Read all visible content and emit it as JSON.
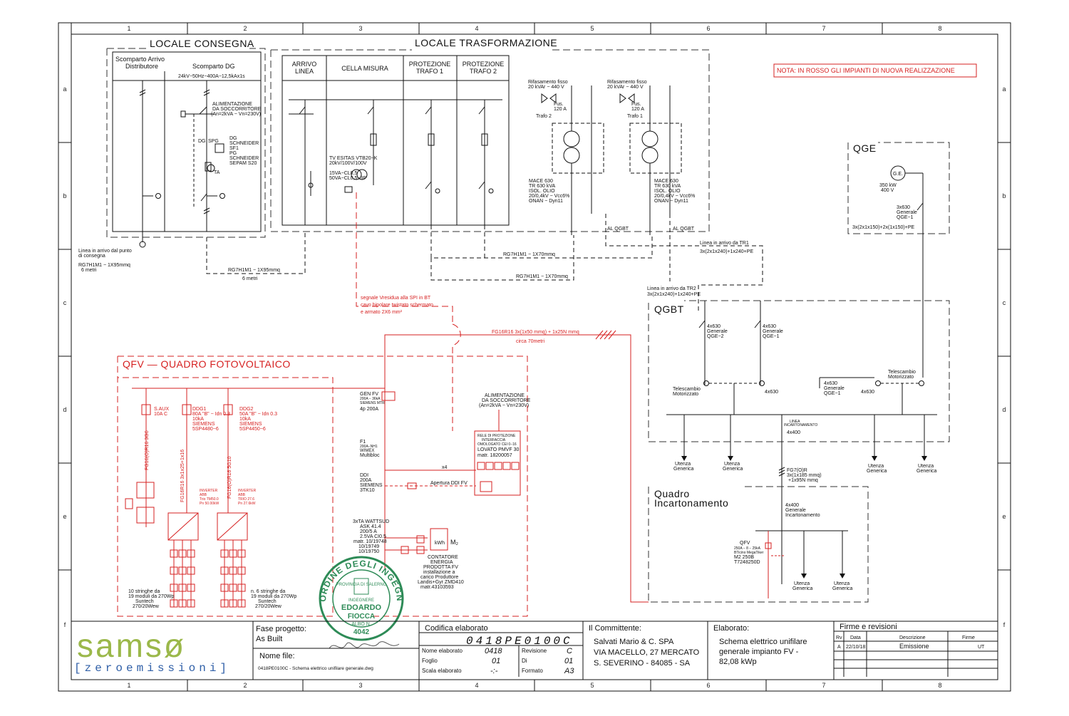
{
  "grid": {
    "columns": [
      "1",
      "2",
      "3",
      "4",
      "5",
      "6",
      "7",
      "8"
    ],
    "rows": [
      "a",
      "b",
      "c",
      "d",
      "e",
      "f"
    ]
  },
  "sections": {
    "locale_consegna": "LOCALE CONSEGNA",
    "locale_trasformazione": "LOCALE TRASFORMAZIONE",
    "qfv": "QFV   —  QUADRO FOTOVOLTAICO",
    "qge": "QGE",
    "qgbt": "QGBT",
    "quadro_inc_1": "Quadro",
    "quadro_inc_2": "Incartonamento"
  },
  "consegna": {
    "scomparto_arrivo_1": "Scomparto Arrivo",
    "scomparto_arrivo_2": "Distributore",
    "scomparto_dg": "Scomparto DG",
    "rating": "24kV−50Hz−400A−12,5kAx1s",
    "alim_1": "ALIMENTAZIONE",
    "alim_2": "DA SOCCORRITORE",
    "alim_3": "(An=2kVA − Vn=230V)",
    "dg_lbl": "DG",
    "spg_lbl": "SPG",
    "ta_lbl": "TA",
    "dg_1": "DG",
    "dg_2": "SCHNEIDER",
    "dg_3": "SF1",
    "dg_4": "PG",
    "dg_5": "SCHNEIDER",
    "dg_6": "SEPAM S20",
    "line_in_1": "Linea in arrivo dal punto",
    "line_in_2": "di consegna",
    "line_in_3": "RG7H1M1 − 1X95mmq",
    "line_in_4": "6 metri",
    "cable_1": "RG7H1M1 − 1X95mmq",
    "cable_2": "6 metri"
  },
  "trasformazione": {
    "cols": [
      "ARRIVO",
      "LINEA",
      "CELLA MISURA",
      "PROTEZIONE",
      "TRAFO 1",
      "PROTEZIONE",
      "TRAFO 2"
    ],
    "tv_1": "TV ESITAS VTB20−K",
    "tv_2": "20kV/100V/100V",
    "tv_3": "15VA−CL0,5",
    "tv_4": "50VA−CL0,5−3P",
    "rif_1a": "Rifasamento fisso",
    "rif_1b": "20 kVAr − 440 V",
    "rif_2a": "Rifasamento fisso",
    "rif_2b": "20 kVAr − 440 V",
    "fus_a": "Fus.",
    "fus_b": "120 A",
    "trafo2": "Trafo 2",
    "trafo1": "Trafo 1",
    "tr_1": "MACE 630",
    "tr_2": "TR 630 kVA",
    "tr_3": "ISOL. OLIO",
    "tr_4": "20/0,4kV − Vcc6%",
    "tr_5": "ONAN − Dyn11",
    "al_qgbt": "AL QGBT",
    "cable_a": "RG7H1M1 − 1X70mmq",
    "cable_b": "RG7H1M1 − 1X70mmq",
    "tr1_line_1": "Linea in arrivo da TR1",
    "tr1_line_2": "3x(2x1x240)+1x240+PE",
    "tr2_line_1": "Linea in arrivo da TR2",
    "tr2_line_2": "3x(2x1x240)+1x240+PE"
  },
  "note": "NOTA: IN ROSSO GLI IMPIANTI DI NUOVA REALIZZAZIONE",
  "qge_box": {
    "ge": "G.E.",
    "p1": "350 kW",
    "p2": "400 V",
    "sw_1": "3x630",
    "sw_2": "Generale",
    "sw_3": "QGE−1",
    "cable": "3x(2x1x150)+2x(1x150)+PE"
  },
  "qgbt_box": {
    "a_1": "4x630",
    "a_2": "Generale",
    "a_3": "QGE−2",
    "b_1": "4x630",
    "b_2": "Generale",
    "b_3": "QGE−1",
    "tele_1": "Telescambio",
    "tele_2": "Motorizzato",
    "x630": "4x630",
    "c_1": "4x630",
    "c_2": "Generale",
    "c_3": "QGE−1",
    "d_x": "4x630",
    "linea_1": "LINEA",
    "linea_2": "INCARTONAMENTO",
    "x400": "4x400",
    "utenza_1": "Utenza",
    "utenza_2": "Generica",
    "fg_1": "FG7(O)R",
    "fg_2": "3x(1x185 mmq)",
    "fg_3": "+1x95N mmq"
  },
  "incartonamento": {
    "g_1": "4x400",
    "g_2": "Generale",
    "g_3": "Incartonamento",
    "qfv_1": "QFV",
    "qfv_2": "250A − 8 − 25kA",
    "qfv_3": "BTicino MegaTiker",
    "qfv_4": "M2 250B",
    "qfv_5": "T7248250D"
  },
  "signal": {
    "s_1": "segnale Vresidua alla SPI in BT",
    "s_2": "cavo bipolare twistato schermato",
    "s_3": "e armato 2X6 mm²",
    "fg16_1": "FG16R16  3x(1x50 mmq) + 1x25N mmq",
    "fg16_2": "circa 70metri"
  },
  "qfv_box": {
    "aux_1": "S.AUX",
    "aux_2": "10A C",
    "ddg1_1": "DDG1",
    "ddg1_2": "80A \"B\" − Idn 0.3",
    "ddg1_3": "10kA",
    "ddg1_4": "SIEMENS",
    "ddg1_5": "5SP4480−6",
    "ddg2_1": "DDG2",
    "ddg2_2": "50A \"B\" − Idn 0.3",
    "ddg2_3": "10kA",
    "ddg2_4": "SIEMENS",
    "ddg2_5": "5SP4450−6",
    "cab_1": "FG16(O)R16 3G6",
    "cab_2": "FG16R16 3x1x25+1x16",
    "cab_3": "FG16(O)R16 5G10",
    "inv1_1": "INVERTER",
    "inv1_2": "ABB",
    "inv1_3": "Trio TM50.0",
    "inv1_4": "Pn 50.00kW",
    "inv2_1": "INVERTER",
    "inv2_2": "ABB",
    "inv2_3": "TRIO 27.6",
    "inv2_4": "Pn 27.6kW",
    "str1_1": "10 stringhe da",
    "str1_2": "19 moduli da 270Wp",
    "str1_3": "Suntech",
    "str1_4": "270/20Wew",
    "str2_1": "n. 6 stringhe da",
    "str2_2": "19 moduli da 270Wp",
    "str2_3": "Suntech",
    "str2_4": "270/20Wew"
  },
  "protezioni": {
    "gen_1": "GEN FV",
    "gen_2": "200A − 36kA",
    "gen_3": "SIEMENS MTR",
    "gen_4": "4p 200A",
    "f1_1": "F1",
    "f1_2": "200A−NH1",
    "f1_3": "WIMEX",
    "f1_4": "Multibloc",
    "ddi_1": "DDI",
    "ddi_2": "200A",
    "ddi_3": "SIEMENS",
    "ddi_4": "3TK10",
    "x4": "x4",
    "apertura": "Apertura DDI FV",
    "alim_1": "ALIMENTAZIONE",
    "alim_2": "DA SOCCORRITORE",
    "alim_3": "(An=2kVA − Vn=230V)",
    "rele_1": "RELE DI PROTEZIONE",
    "rele_2": "INTERFACCIA",
    "rele_3": "OMOLOGATO CEI 0−16",
    "rele_4": "LOVATO PMVF 30",
    "rele_5": "matr. 18200057",
    "ta_1": "3xTA WATTSUD",
    "ta_2": "ASK 41.4",
    "ta_3": "200/5 A",
    "ta_4": "2.5VA CI0.5",
    "ta_5": "matr. 10/19748",
    "ta_6": "10/19749",
    "ta_7": "10/19750",
    "kwh": "kWh",
    "m2": "M₂",
    "cont_1": "CONTATORE",
    "cont_2": "ENERGIA",
    "cont_3": "PRODOTTA FV",
    "cont_4": "installazione a",
    "cont_5": "carico Produttore",
    "cont_6": "Landis+Gyr ZMD410",
    "cont_7": "matr.43103593"
  },
  "stamp": {
    "ring": "ORDINE DEGLI INGEGNERI",
    "prov": "PROVINCIA DI SALERNO",
    "title": "INGEGNERE",
    "name_1": "EDOARDO",
    "name_2": "FIOCCA",
    "albo": "ALBO N.",
    "num": "4042"
  },
  "titleblock": {
    "logo_1": "samsø",
    "logo_2": "[zeroemissioni]",
    "fase_label": "Fase progetto:",
    "fase_value": "As Built",
    "nome_file_label": "Nome file:",
    "nome_file_value": "0418PE0100C - Schema elettrico unifilare generale.dwg",
    "codifica_label": "Codifica elaborato",
    "codifica_value": "0418PE0100C",
    "nome_elab_label": "Nome elaborato",
    "nome_elab_value": "0418",
    "revisione_label": "Revisione",
    "revisione_value": "C",
    "foglio_label": "Foglio",
    "foglio_value": "01",
    "di_label": "Di",
    "di_value": "01",
    "scala_label": "Scala elaborato",
    "scala_value": "-:-",
    "formato_label": "Formato",
    "formato_value": "A3",
    "committente_label": "Il Committente:",
    "committente_1": "Salvati Mario & C. SPA",
    "committente_2": "VIA MACELLO, 27 MERCATO",
    "committente_3": "S. SEVERINO - 84085 - SA",
    "elaborato_label": "Elaborato:",
    "elaborato_1": "Schema elettrico unifilare",
    "elaborato_2": "generale impianto FV -",
    "elaborato_3": "82,08 kWp",
    "firme_label": "Firme e revisioni",
    "rev_headers": [
      "Rv",
      "Data",
      "Descrizione",
      "Firme"
    ],
    "rev_rows": [
      [
        "A",
        "22/10/18",
        "Emissione",
        "UT"
      ]
    ]
  },
  "colors": {
    "ink": "#111111",
    "new_works": "#d62020",
    "stamp": "#2e8b57",
    "logo_green": "#9bb84a",
    "logo_blue": "#2f5fa7"
  }
}
